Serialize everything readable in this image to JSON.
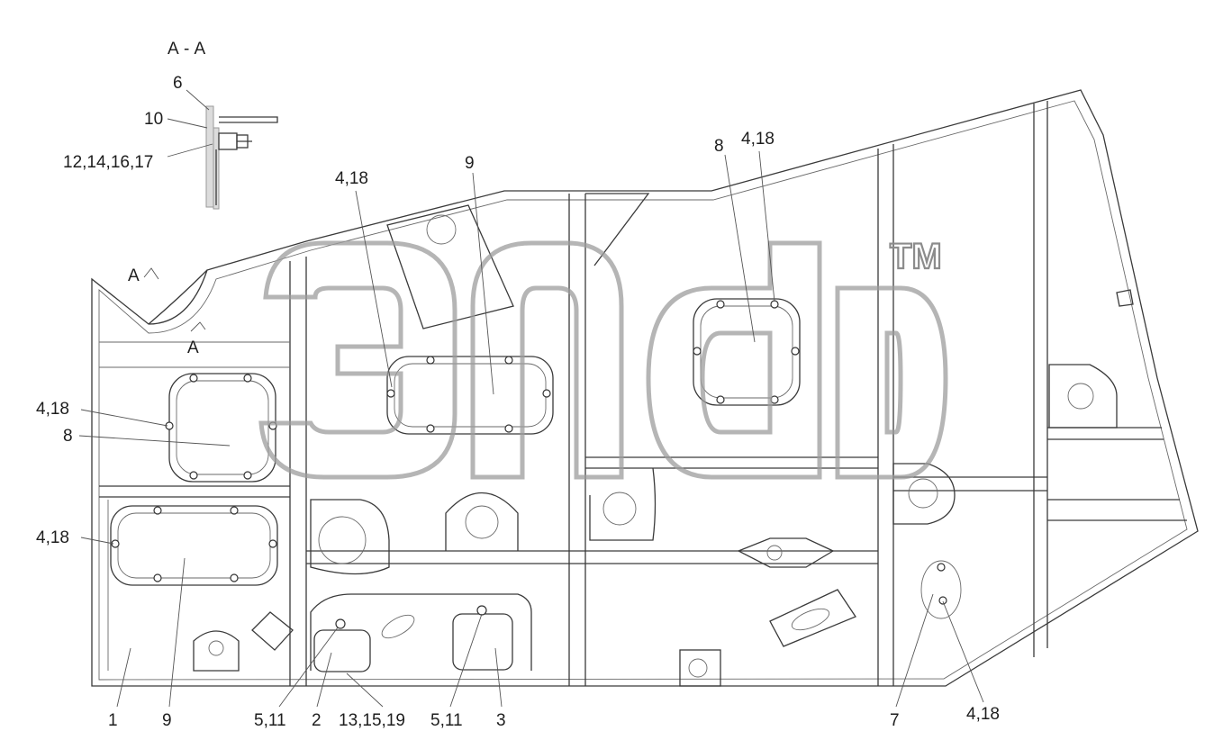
{
  "section_title": "А - А",
  "section_marker": "А",
  "watermark_tm": "TM",
  "callouts": {
    "c6": "6",
    "c10": "10",
    "c12": "12,14,16,17",
    "c418_top_left": "4,18",
    "c9_top": "9",
    "c8_top": "8",
    "c418_top_right": "4,18",
    "c418_left_upper": "4,18",
    "c8_left": "8",
    "c418_left_lower": "4,18",
    "c1": "1",
    "c9_bottom": "9",
    "c511_left": "5,11",
    "c2": "2",
    "c13": "13,15,19",
    "c511_right": "5,11",
    "c3": "3",
    "c7": "7",
    "c418_bottom_right": "4,18"
  }
}
